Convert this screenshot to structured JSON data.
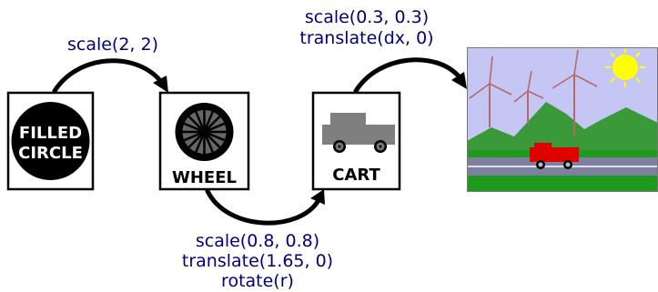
{
  "stages": [
    {
      "label_lines": [
        "FILLED",
        "CIRCLE"
      ]
    },
    {
      "label_lines": [
        "WHEEL"
      ]
    },
    {
      "label_lines": [
        "CART"
      ]
    }
  ],
  "transforms": [
    {
      "lines": [
        "scale(2, 2)"
      ]
    },
    {
      "lines": [
        "scale(0.8, 0.8)",
        "translate(1.65, 0)",
        "rotate(r)"
      ]
    },
    {
      "lines": [
        "scale(0.3, 0.3)",
        "translate(dx, 0)"
      ]
    }
  ],
  "colors": {
    "transform_text": "#00007f",
    "sky": "#c6c6f5",
    "mountains": "#3a9a3a",
    "grass": "#1e9a1e",
    "road": "#7f7fa0",
    "road_stripe": "#ffffff",
    "sun": "#ffff00",
    "windmill": "#b36a6a",
    "truck": "#e00000",
    "cart_body": "#7f7f7f"
  }
}
